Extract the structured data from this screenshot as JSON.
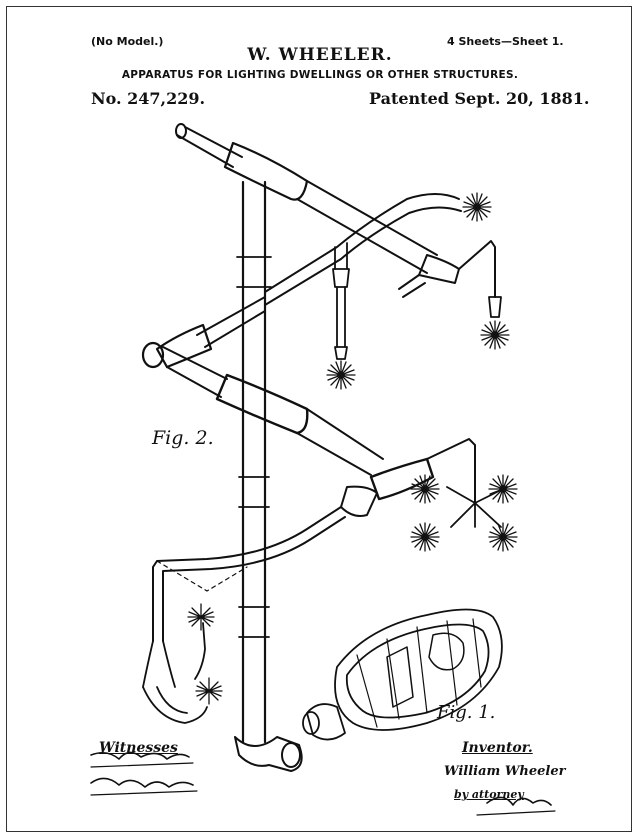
{
  "header": {
    "model_note": "(No Model.)",
    "sheet_note": "4 Sheets—Sheet 1.",
    "inventor": "W. WHEELER.",
    "title": "APPARATUS FOR LIGHTING DWELLINGS OR OTHER STRUCTURES.",
    "patent_number": "No. 247,229.",
    "patent_date": "Patented Sept. 20, 1881."
  },
  "figures": {
    "fig2_label": "Fig. 2.",
    "fig1_label": "Fig. 1."
  },
  "footer": {
    "witnesses_label": "Witnesses",
    "inventor_label": "Inventor.",
    "inventor_signature": "William Wheeler",
    "attorney_label": "by attorney"
  }
}
